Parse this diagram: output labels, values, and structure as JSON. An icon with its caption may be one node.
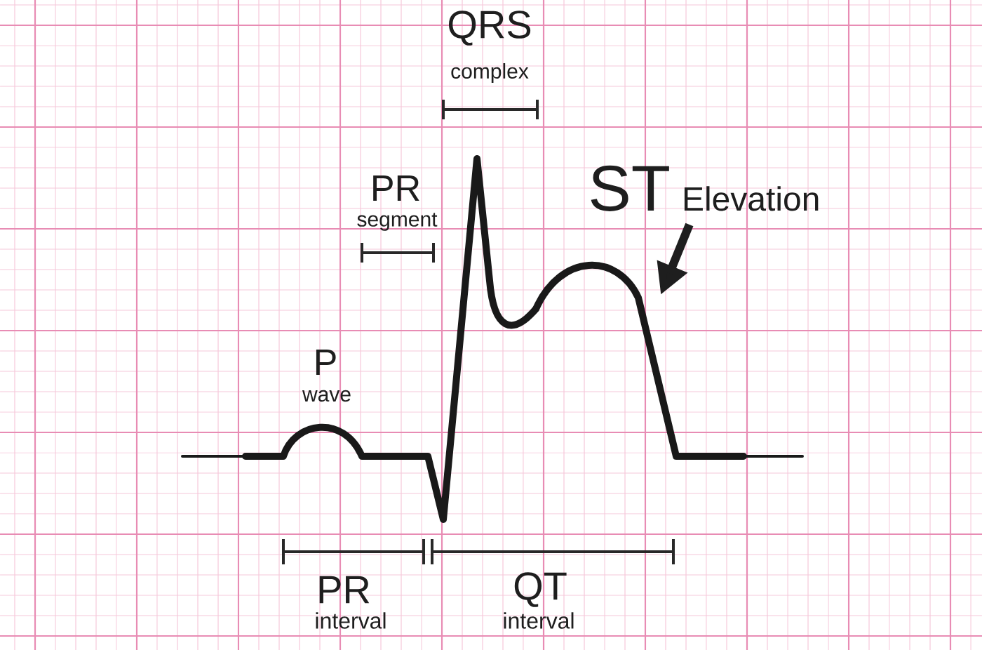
{
  "diagram": {
    "nodes": [
      {
        "text": [
          "ST",
          "Elevation"
        ]
      },
      {
        "text": [],
        "shape": "curve"
      }
    ],
    "edges": [
      {
        "from": 0,
        "to": 1,
        "arrow": "to"
      }
    ],
    "labels": [
      "QRS",
      "complex",
      "PR",
      "segment",
      "P",
      "wave",
      "PR",
      "interval",
      "QT",
      "interval"
    ]
  }
}
